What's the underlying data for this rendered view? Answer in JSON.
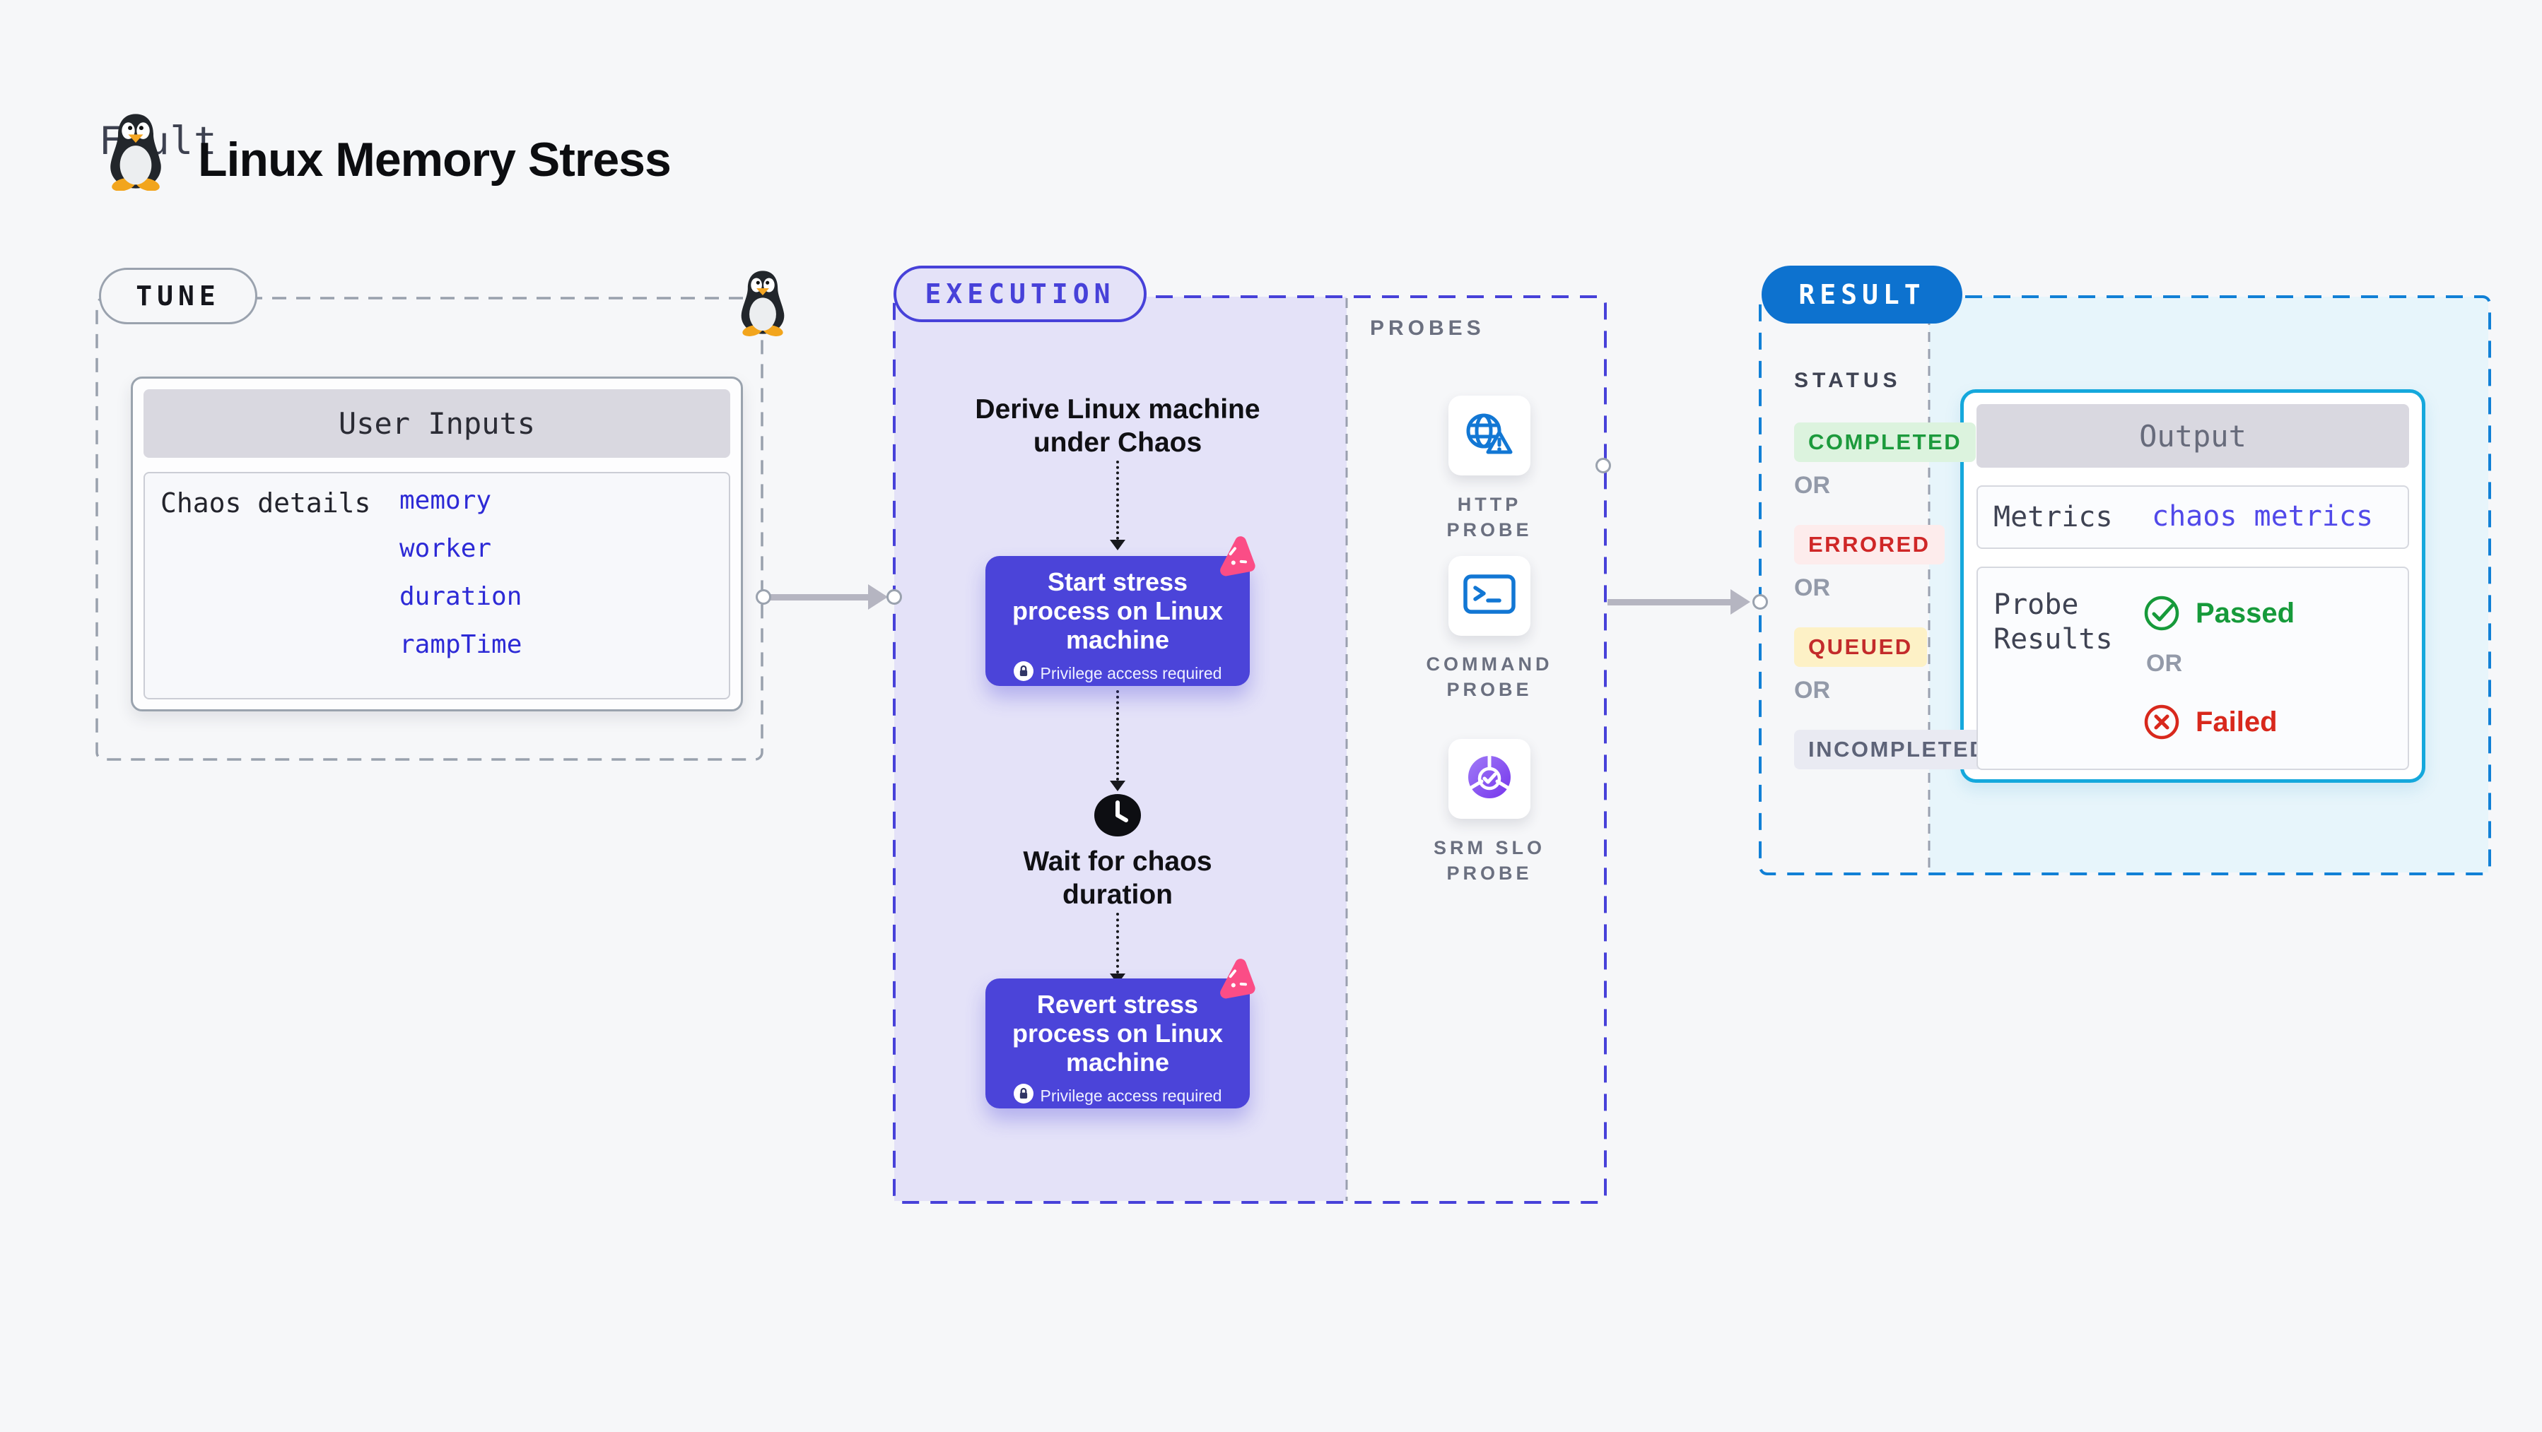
{
  "header": {
    "kicker": "Fault",
    "title": "Linux Memory Stress"
  },
  "tune": {
    "label": "TUNE",
    "user_inputs": {
      "title": "User Inputs",
      "row_label": "Chaos details",
      "values": [
        "memory",
        "worker",
        "duration",
        "rampTime"
      ]
    }
  },
  "execution": {
    "label": "EXECUTION",
    "derive_text": "Derive Linux machine under Chaos",
    "start_node": "Start stress process on Linux machine",
    "wait_text": "Wait for chaos duration",
    "revert_node": "Revert stress process on Linux machine",
    "privilege_note": "Privilege access required"
  },
  "probes": {
    "label": "PROBES",
    "items": [
      {
        "label": "HTTP PROBE",
        "icon": "globe-warning-icon"
      },
      {
        "label": "COMMAND PROBE",
        "icon": "terminal-icon"
      },
      {
        "label": "SRM SLO PROBE",
        "icon": "slo-pie-check-icon"
      }
    ]
  },
  "result": {
    "label": "RESULT",
    "status": {
      "title": "STATUS",
      "or": "OR",
      "items": [
        {
          "label": "COMPLETED",
          "text_color": "#1c9a3c",
          "bg": "#dcf3de"
        },
        {
          "label": "ERRORED",
          "text_color": "#cf2727",
          "bg": "#fdecec"
        },
        {
          "label": "QUEUED",
          "text_color": "#c32b2b",
          "bg": "#fdf1c6"
        },
        {
          "label": "INCOMPLETED",
          "text_color": "#5d6378",
          "bg": "#e9eaf2"
        }
      ]
    },
    "output": {
      "title": "Output",
      "metrics_label": "Metrics",
      "metrics_value": "chaos metrics",
      "probe_results_label": "Probe Results",
      "passed": "Passed",
      "or": "OR",
      "failed": "Failed"
    }
  },
  "colors": {
    "page_bg": "#f6f7f9",
    "accent_indigo": "#4741d9",
    "node_purple": "#4b44d9",
    "lavender_bg": "#e4e2f8",
    "result_blue": "#0d72cf",
    "result_dash_blue": "#1180d6",
    "cyan_border": "#15a8dc",
    "cyan_bg": "#e7f5fb",
    "probe_icon_blue": "#1277d4",
    "srm_purple": "#7635ec",
    "pink_badge": "#fb4d86",
    "value_blue": "#2d2ad6",
    "metrics_blue": "#5149e9",
    "passed_green": "#169a3a",
    "failed_red": "#d8281c",
    "gray_dash": "#99a1ad",
    "arrow_gray": "#b5b5c1",
    "muted_text": "#6b7080"
  }
}
